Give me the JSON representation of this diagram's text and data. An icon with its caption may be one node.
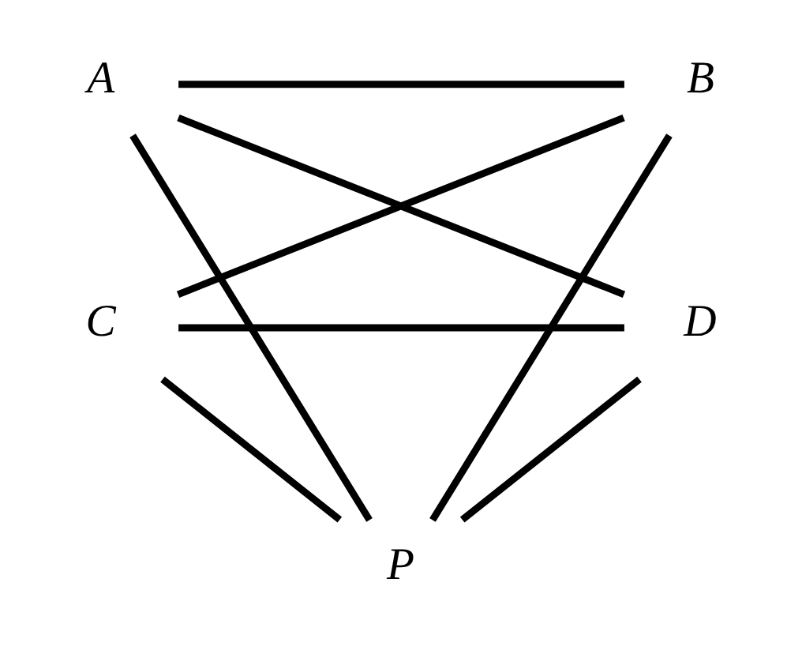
{
  "diagram": {
    "nodes": [
      {
        "text": [
          "A"
        ]
      },
      {
        "text": [
          "B"
        ]
      },
      {
        "text": [
          "P"
        ]
      },
      {
        "text": [
          "D"
        ]
      },
      {
        "text": [
          "C"
        ]
      }
    ],
    "edges": [
      {
        "from": 0,
        "to": 1,
        "arrow": "none"
      },
      {
        "from": 1,
        "to": 4,
        "arrow": "none"
      },
      {
        "from": 4,
        "to": 3,
        "arrow": "none"
      },
      {
        "from": 3,
        "to": 0,
        "arrow": "none"
      },
      {
        "from": 0,
        "to": 2,
        "arrow": "none"
      },
      {
        "from": 1,
        "to": 2,
        "arrow": "none"
      },
      {
        "from": 4,
        "to": 2,
        "arrow": "none"
      },
      {
        "from": 3,
        "to": 2,
        "arrow": "none"
      }
    ]
  }
}
